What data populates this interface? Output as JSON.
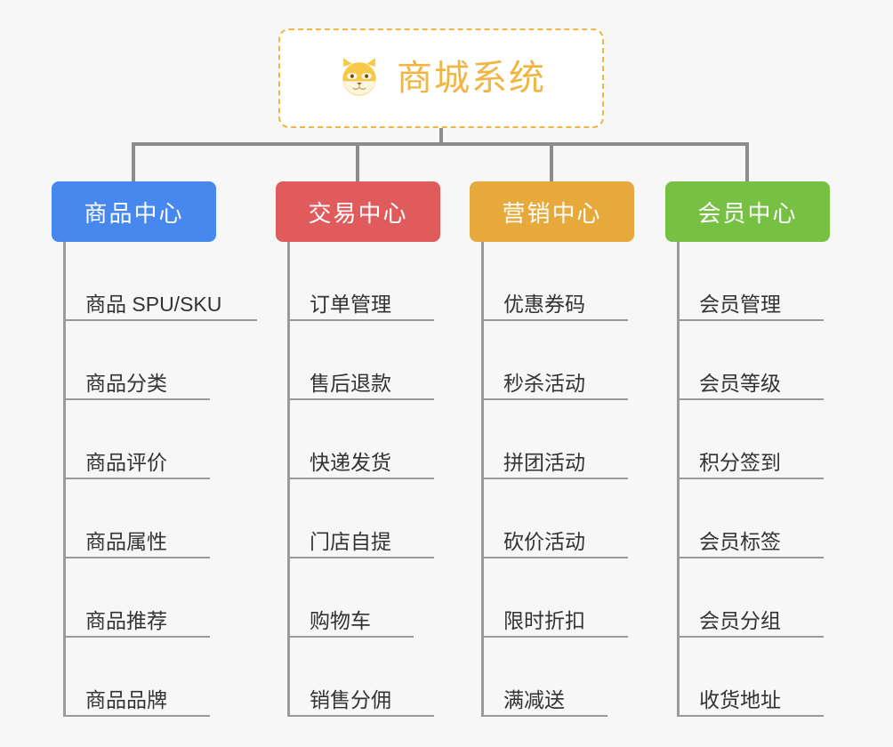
{
  "page": {
    "background_color": "#f7f7f7",
    "type": "mind-map"
  },
  "root": {
    "title": "商城系统",
    "icon": "shiba-dog-face-icon",
    "border_color": "#f0b542",
    "text_color": "#f0b542"
  },
  "connector_color": "#8c8c8c",
  "branches": [
    {
      "label": "商品中心",
      "color": "#4788ee",
      "items": [
        "商品 SPU/SKU",
        "商品分类",
        "商品评价",
        "商品属性",
        "商品推荐",
        "商品品牌"
      ]
    },
    {
      "label": "交易中心",
      "color": "#e05c5c",
      "items": [
        "订单管理",
        "售后退款",
        "快递发货",
        "门店自提",
        "购物车",
        "销售分佣"
      ]
    },
    {
      "label": "营销中心",
      "color": "#e8a93c",
      "items": [
        "优惠券码",
        "秒杀活动",
        "拼团活动",
        "砍价活动",
        "限时折扣",
        "满减送"
      ]
    },
    {
      "label": "会员中心",
      "color": "#76c043",
      "items": [
        "会员管理",
        "会员等级",
        "积分签到",
        "会员标签",
        "会员分组",
        "收货地址"
      ]
    }
  ]
}
